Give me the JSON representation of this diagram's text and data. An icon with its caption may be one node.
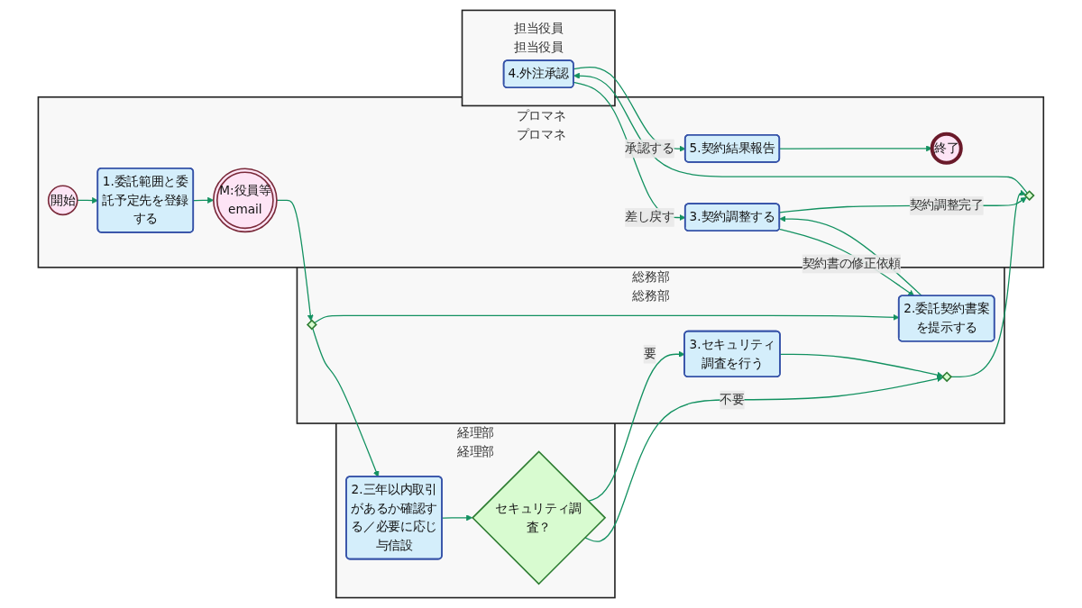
{
  "diagram": {
    "nodes": [
      {
        "text": [
          "担当役員",
          "担当役員"
        ]
      },
      {
        "text": [
          "4.外注承認"
        ],
        "in": 0
      },
      {
        "text": [
          "プロマネ",
          "プロマネ"
        ]
      },
      {
        "text": [
          "開始"
        ],
        "in": 2
      },
      {
        "text": [
          "1.委託範囲と委託予定先を登録する"
        ],
        "in": 2
      },
      {
        "text": [
          "M:役員等",
          "email"
        ],
        "in": 2
      },
      {
        "text": [
          "3.契約調整する"
        ],
        "in": 2
      },
      {
        "text": [],
        "shape": "diamond",
        "in": 2
      },
      {
        "text": [
          "5.契約結果報告"
        ],
        "in": 2
      },
      {
        "text": [
          "終了"
        ],
        "in": 2
      },
      {
        "text": [
          "総務部",
          "総務部"
        ]
      },
      {
        "text": [],
        "shape": "diamond",
        "in": 10
      },
      {
        "text": [
          "2.委託契約書案を提示する"
        ],
        "in": 10
      },
      {
        "text": [
          "3.セキュリティ調査を行う"
        ],
        "in": 10
      },
      {
        "text": [],
        "shape": "diamond",
        "in": 10
      },
      {
        "text": [
          "経理部",
          "経理部"
        ]
      },
      {
        "text": [
          "2.三年以内取引があるか確認する／必要に応じ与信設"
        ],
        "in": 15
      },
      {
        "text": [
          "セキュリティ調査？"
        ],
        "in": 15
      }
    ],
    "edges": [
      {
        "from": 3,
        "to": 4,
        "arrow": "to"
      },
      {
        "from": 4,
        "to": 5,
        "arrow": "to"
      },
      {
        "from": 5,
        "to": 11,
        "arrow": "to"
      },
      {
        "from": 11,
        "to": 12,
        "arrow": "to"
      },
      {
        "from": 11,
        "to": 16,
        "arrow": "to"
      },
      {
        "from": 6,
        "to": 12,
        "arrow": "to",
        "label": "契約書の修正依頼"
      },
      {
        "from": 12,
        "to": 6,
        "arrow": "to"
      },
      {
        "from": 6,
        "to": 7,
        "arrow": "to",
        "label": "契約調整完了"
      },
      {
        "from": 7,
        "to": 1,
        "arrow": "to"
      },
      {
        "from": 1,
        "to": 6,
        "arrow": "to",
        "label": "差し戻す"
      },
      {
        "from": 1,
        "to": 8,
        "arrow": "to",
        "label": "承認する"
      },
      {
        "from": 8,
        "to": 9,
        "arrow": "to"
      },
      {
        "from": 16,
        "to": 17,
        "arrow": "to"
      },
      {
        "from": 17,
        "to": 13,
        "arrow": "to",
        "label": "要"
      },
      {
        "from": 17,
        "to": 14,
        "arrow": "to",
        "label": "不要"
      },
      {
        "from": 13,
        "to": 14,
        "arrow": "to"
      },
      {
        "from": 14,
        "to": 7,
        "arrow": "to"
      }
    ]
  }
}
